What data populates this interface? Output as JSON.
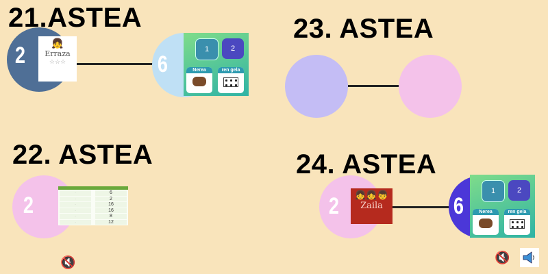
{
  "weeks": [
    {
      "title": "21.ASTEA",
      "left_number": "2",
      "right_number": "6",
      "card_label": "Erraza"
    },
    {
      "title": "22. ASTEA",
      "left_number": "2",
      "table_values": [
        "6",
        "2",
        "16",
        "16",
        "8",
        "12"
      ]
    },
    {
      "title": "23. ASTEA"
    },
    {
      "title": "24. ASTEA",
      "left_number": "2",
      "right_number": "6",
      "card_label": "Zaila"
    }
  ],
  "game": {
    "buttons": [
      "1",
      "2"
    ],
    "tiles": [
      "Nerea",
      "ren gela"
    ]
  },
  "icons": {
    "mute": "speaker-muted-icon",
    "speaker": "speaker-icon"
  },
  "colors": {
    "background": "#f9e4bb",
    "dark_blue": "#4f6f96",
    "light_blue": "#bfe0f5",
    "purple": "#c4bdf5",
    "pink": "#f4c2ea",
    "indigo": "#4b37d8"
  }
}
